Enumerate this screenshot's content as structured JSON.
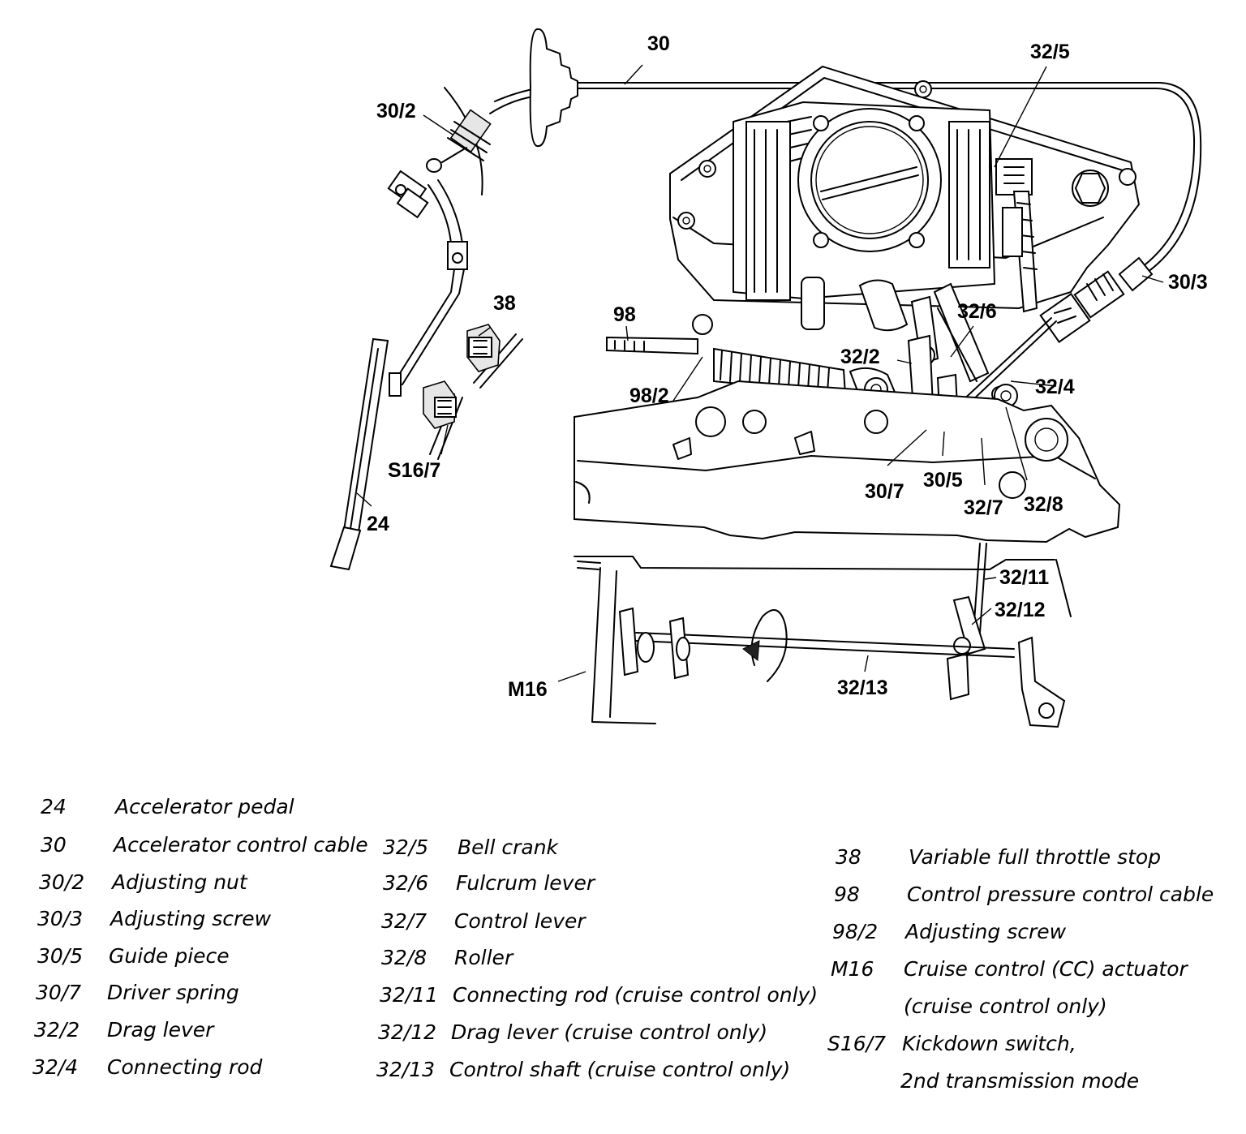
{
  "callouts": [
    {
      "id": "30",
      "text": "30"
    },
    {
      "id": "30-2",
      "text": "30/2"
    },
    {
      "id": "32-5",
      "text": "32/5"
    },
    {
      "id": "30-3",
      "text": "30/3"
    },
    {
      "id": "38",
      "text": "38"
    },
    {
      "id": "98",
      "text": "98"
    },
    {
      "id": "32-6",
      "text": "32/6"
    },
    {
      "id": "32-2",
      "text": "32/2"
    },
    {
      "id": "98-2",
      "text": "98/2"
    },
    {
      "id": "32-4",
      "text": "32/4"
    },
    {
      "id": "s16-7",
      "text": "S16/7"
    },
    {
      "id": "30-7",
      "text": "30/7"
    },
    {
      "id": "30-5",
      "text": "30/5"
    },
    {
      "id": "32-7",
      "text": "32/7"
    },
    {
      "id": "32-8",
      "text": "32/8"
    },
    {
      "id": "24",
      "text": "24"
    },
    {
      "id": "32-11",
      "text": "32/11"
    },
    {
      "id": "32-12",
      "text": "32/12"
    },
    {
      "id": "m16",
      "text": "M16"
    },
    {
      "id": "32-13",
      "text": "32/13"
    }
  ],
  "legend": {
    "columns": [
      [
        {
          "code": "24",
          "desc": "Accelerator pedal"
        },
        {
          "code": "30",
          "desc": "Accelerator control cable"
        },
        {
          "code": "30/2",
          "desc": "Adjusting nut"
        },
        {
          "code": "30/3",
          "desc": "Adjusting screw"
        },
        {
          "code": "30/5",
          "desc": "Guide piece"
        },
        {
          "code": "30/7",
          "desc": "Driver spring"
        },
        {
          "code": "32/2",
          "desc": "Drag lever"
        },
        {
          "code": "32/4",
          "desc": "Connecting rod"
        }
      ],
      [
        {
          "code": "32/5",
          "desc": "Bell crank"
        },
        {
          "code": "32/6",
          "desc": "Fulcrum lever"
        },
        {
          "code": "32/7",
          "desc": "Control lever"
        },
        {
          "code": "32/8",
          "desc": "Roller"
        },
        {
          "code": "32/11",
          "desc": "Connecting rod (cruise control only)"
        },
        {
          "code": "32/12",
          "desc": "Drag lever (cruise control only)"
        },
        {
          "code": "32/13",
          "desc": "Control shaft (cruise control only)"
        }
      ],
      [
        {
          "code": "38",
          "desc": "Variable full throttle stop"
        },
        {
          "code": "98",
          "desc": "Control pressure control cable"
        },
        {
          "code": "98/2",
          "desc": "Adjusting screw"
        },
        {
          "code": "M16",
          "desc": "Cruise control (CC) actuator"
        },
        {
          "code": "",
          "desc": "(cruise control only)"
        },
        {
          "code": "S16/7",
          "desc": "Kickdown switch,"
        },
        {
          "code": "",
          "desc": "2nd transmission mode"
        }
      ]
    ]
  }
}
